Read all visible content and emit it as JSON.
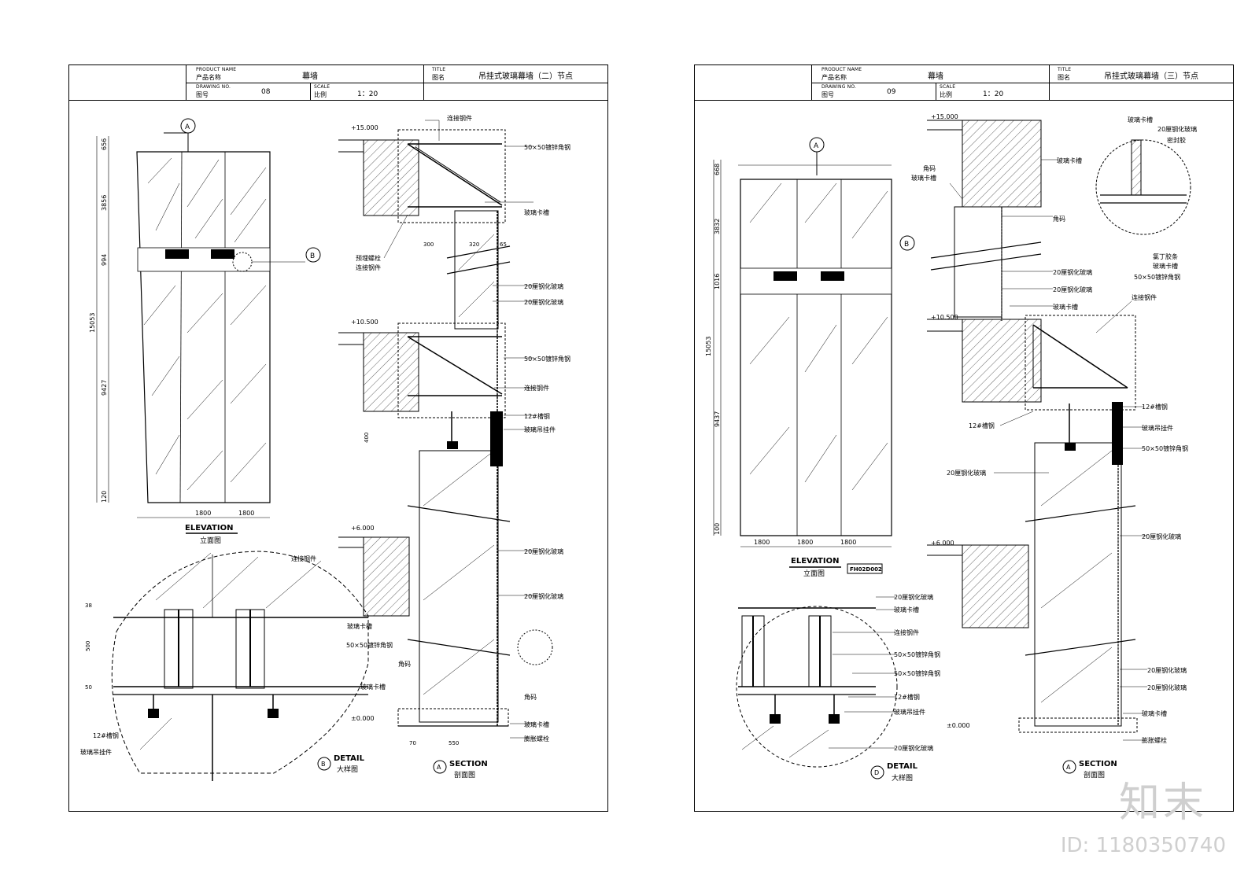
{
  "sheets": [
    {
      "product_name_en": "PRODUCT NAME",
      "product_name_cn": "产品名称",
      "product": "幕墙",
      "title_en": "TITLE",
      "title_cn": "图名",
      "title": "吊挂式玻璃幕墙（二）节点",
      "drawing_no_en": "DRAWING NO.",
      "drawing_no_cn": "图号",
      "drawing_no": "08",
      "scale_en": "SCALE",
      "scale_cn": "比例",
      "scale": "1：20",
      "elevation_title": "ELEVATION",
      "elevation_cn": "立面图",
      "detail_title": "DETAIL",
      "detail_cn": "大样图",
      "detail_mark": "B",
      "section_title": "SECTION",
      "section_cn": "剖面图",
      "section_mark": "A",
      "elev_dims": [
        "656",
        "3856",
        "994",
        "9427",
        "120"
      ],
      "elev_total": "15053",
      "elev_widths": [
        "1800",
        "1800"
      ],
      "levels": [
        "+15.000",
        "+10.500",
        "+6.000",
        "±0.000"
      ],
      "section_dims": [
        "300",
        "320",
        "65",
        "400",
        "70",
        "550"
      ],
      "detail_dims": [
        "38",
        "500",
        "50"
      ],
      "labels": {
        "glass": "20厘钢化玻璃",
        "conn": "连接钢件",
        "angle": "50×50镀锌角钢",
        "clip": "玻璃卡槽",
        "channel": "12#槽钢",
        "hanger": "玻璃吊挂件",
        "bolt_pre": "预埋螺栓",
        "corner": "角码",
        "expansion": "膨胀螺栓"
      }
    },
    {
      "product_name_en": "PRODUCT NAME",
      "product_name_cn": "产品名称",
      "product": "幕墙",
      "title_en": "TITLE",
      "title_cn": "图名",
      "title": "吊挂式玻璃幕墙（三）节点",
      "drawing_no_en": "DRAWING NO.",
      "drawing_no_cn": "图号",
      "drawing_no": "09",
      "scale_en": "SCALE",
      "scale_cn": "比例",
      "scale": "1：20",
      "elevation_title": "ELEVATION",
      "elevation_cn": "立面图",
      "detail_title": "DETAIL",
      "detail_cn": "大样图",
      "detail_mark": "D",
      "section_title": "SECTION",
      "section_cn": "剖面图",
      "section_mark": "A",
      "tag": "FH02D002",
      "elev_dims": [
        "668",
        "3832",
        "1016",
        "9437",
        "100"
      ],
      "elev_total": "15053",
      "elev_widths": [
        "1800",
        "1800",
        "1800"
      ],
      "levels": [
        "+15.000",
        "+10.500",
        "+6.000",
        "±0.000"
      ],
      "labels": {
        "glass": "20厘钢化玻璃",
        "conn": "连接钢件",
        "angle": "50×50镀锌角钢",
        "clip": "玻璃卡槽",
        "channel": "12#槽钢",
        "hanger": "玻璃吊挂件",
        "corner": "角码",
        "sealant": "密封胶",
        "rubber": "氯丁胶条",
        "expansion": "膨胀螺栓"
      }
    }
  ],
  "watermark": {
    "brand": "知末",
    "id": "ID: 1180350740"
  }
}
